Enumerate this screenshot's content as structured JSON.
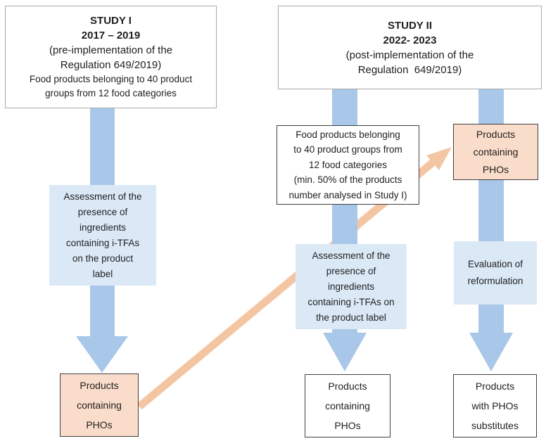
{
  "colors": {
    "flow_blue": "#a9c7e8",
    "panel_blue": "#dbe9f7",
    "panel_orange": "#fadcca",
    "arrow_orange": "#f4c5a3",
    "border_light": "#a9a9a9",
    "border_dark": "#404040"
  },
  "study1": {
    "header": {
      "title": "STUDY I",
      "years": "2017 – 2019",
      "subtitle1": "(pre-implementation of the",
      "subtitle2": "Regulation 649/2019)",
      "note1": "Food products belonging to 40 product",
      "note2": "groups from 12 food categories"
    },
    "assessment": {
      "line1": "Assessment of the",
      "line2": "presence of",
      "line3": "ingredients",
      "line4": "containing i-TFAs",
      "line5": "on the product",
      "line6": "label"
    },
    "result": {
      "line1": "Products",
      "line2": "containing",
      "line3": "PHOs"
    }
  },
  "study2": {
    "header": {
      "title": "STUDY II",
      "years": "2022- 2023",
      "subtitle1": "(post-implementation of the",
      "subtitle2": "Regulation  649/2019)"
    },
    "sample": {
      "line1": "Food products belonging",
      "line2": "to 40 product groups from",
      "line3": "12 food categories",
      "line4": "(min. 50% of the products",
      "line5": "number analysed in Study I)"
    },
    "assessment": {
      "line1": "Assessment of the",
      "line2": "presence of",
      "line3": "ingredients",
      "line4": "containing i-TFAs on",
      "line5": "the product label"
    },
    "phos": {
      "line1": "Products",
      "line2": "containing",
      "line3": "PHOs"
    },
    "evaluation": {
      "line1": "Evaluation of",
      "line2": "reformulation"
    },
    "result": {
      "line1": "Products",
      "line2": "containing",
      "line3": "PHOs"
    },
    "substitutes": {
      "line1": "Products",
      "line2": "with PHOs",
      "line3": "substitutes"
    }
  }
}
